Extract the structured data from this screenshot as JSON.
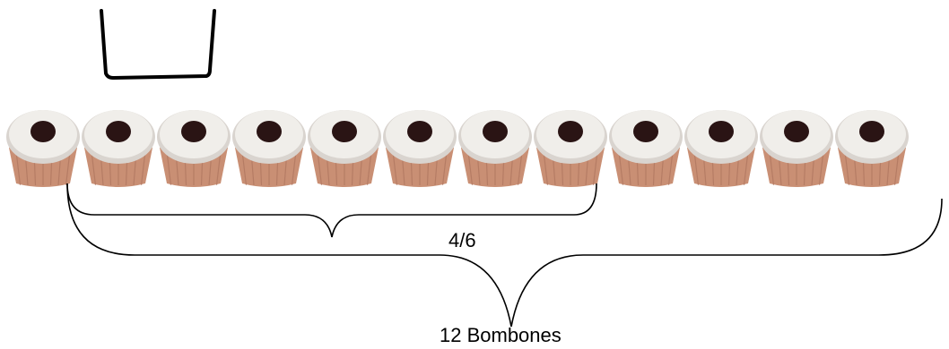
{
  "diagram": {
    "cupcake_count": 12,
    "selected_count": 8,
    "fraction_label": "4/6",
    "total_label": "12 Bombones",
    "colors": {
      "frosting": "#f0eeea",
      "frosting_shadow": "#d9d4cf",
      "chocolate_center": "#2a1414",
      "liner": "#c98f74",
      "liner_shadow": "#a8705a",
      "stroke": "#000000"
    }
  }
}
